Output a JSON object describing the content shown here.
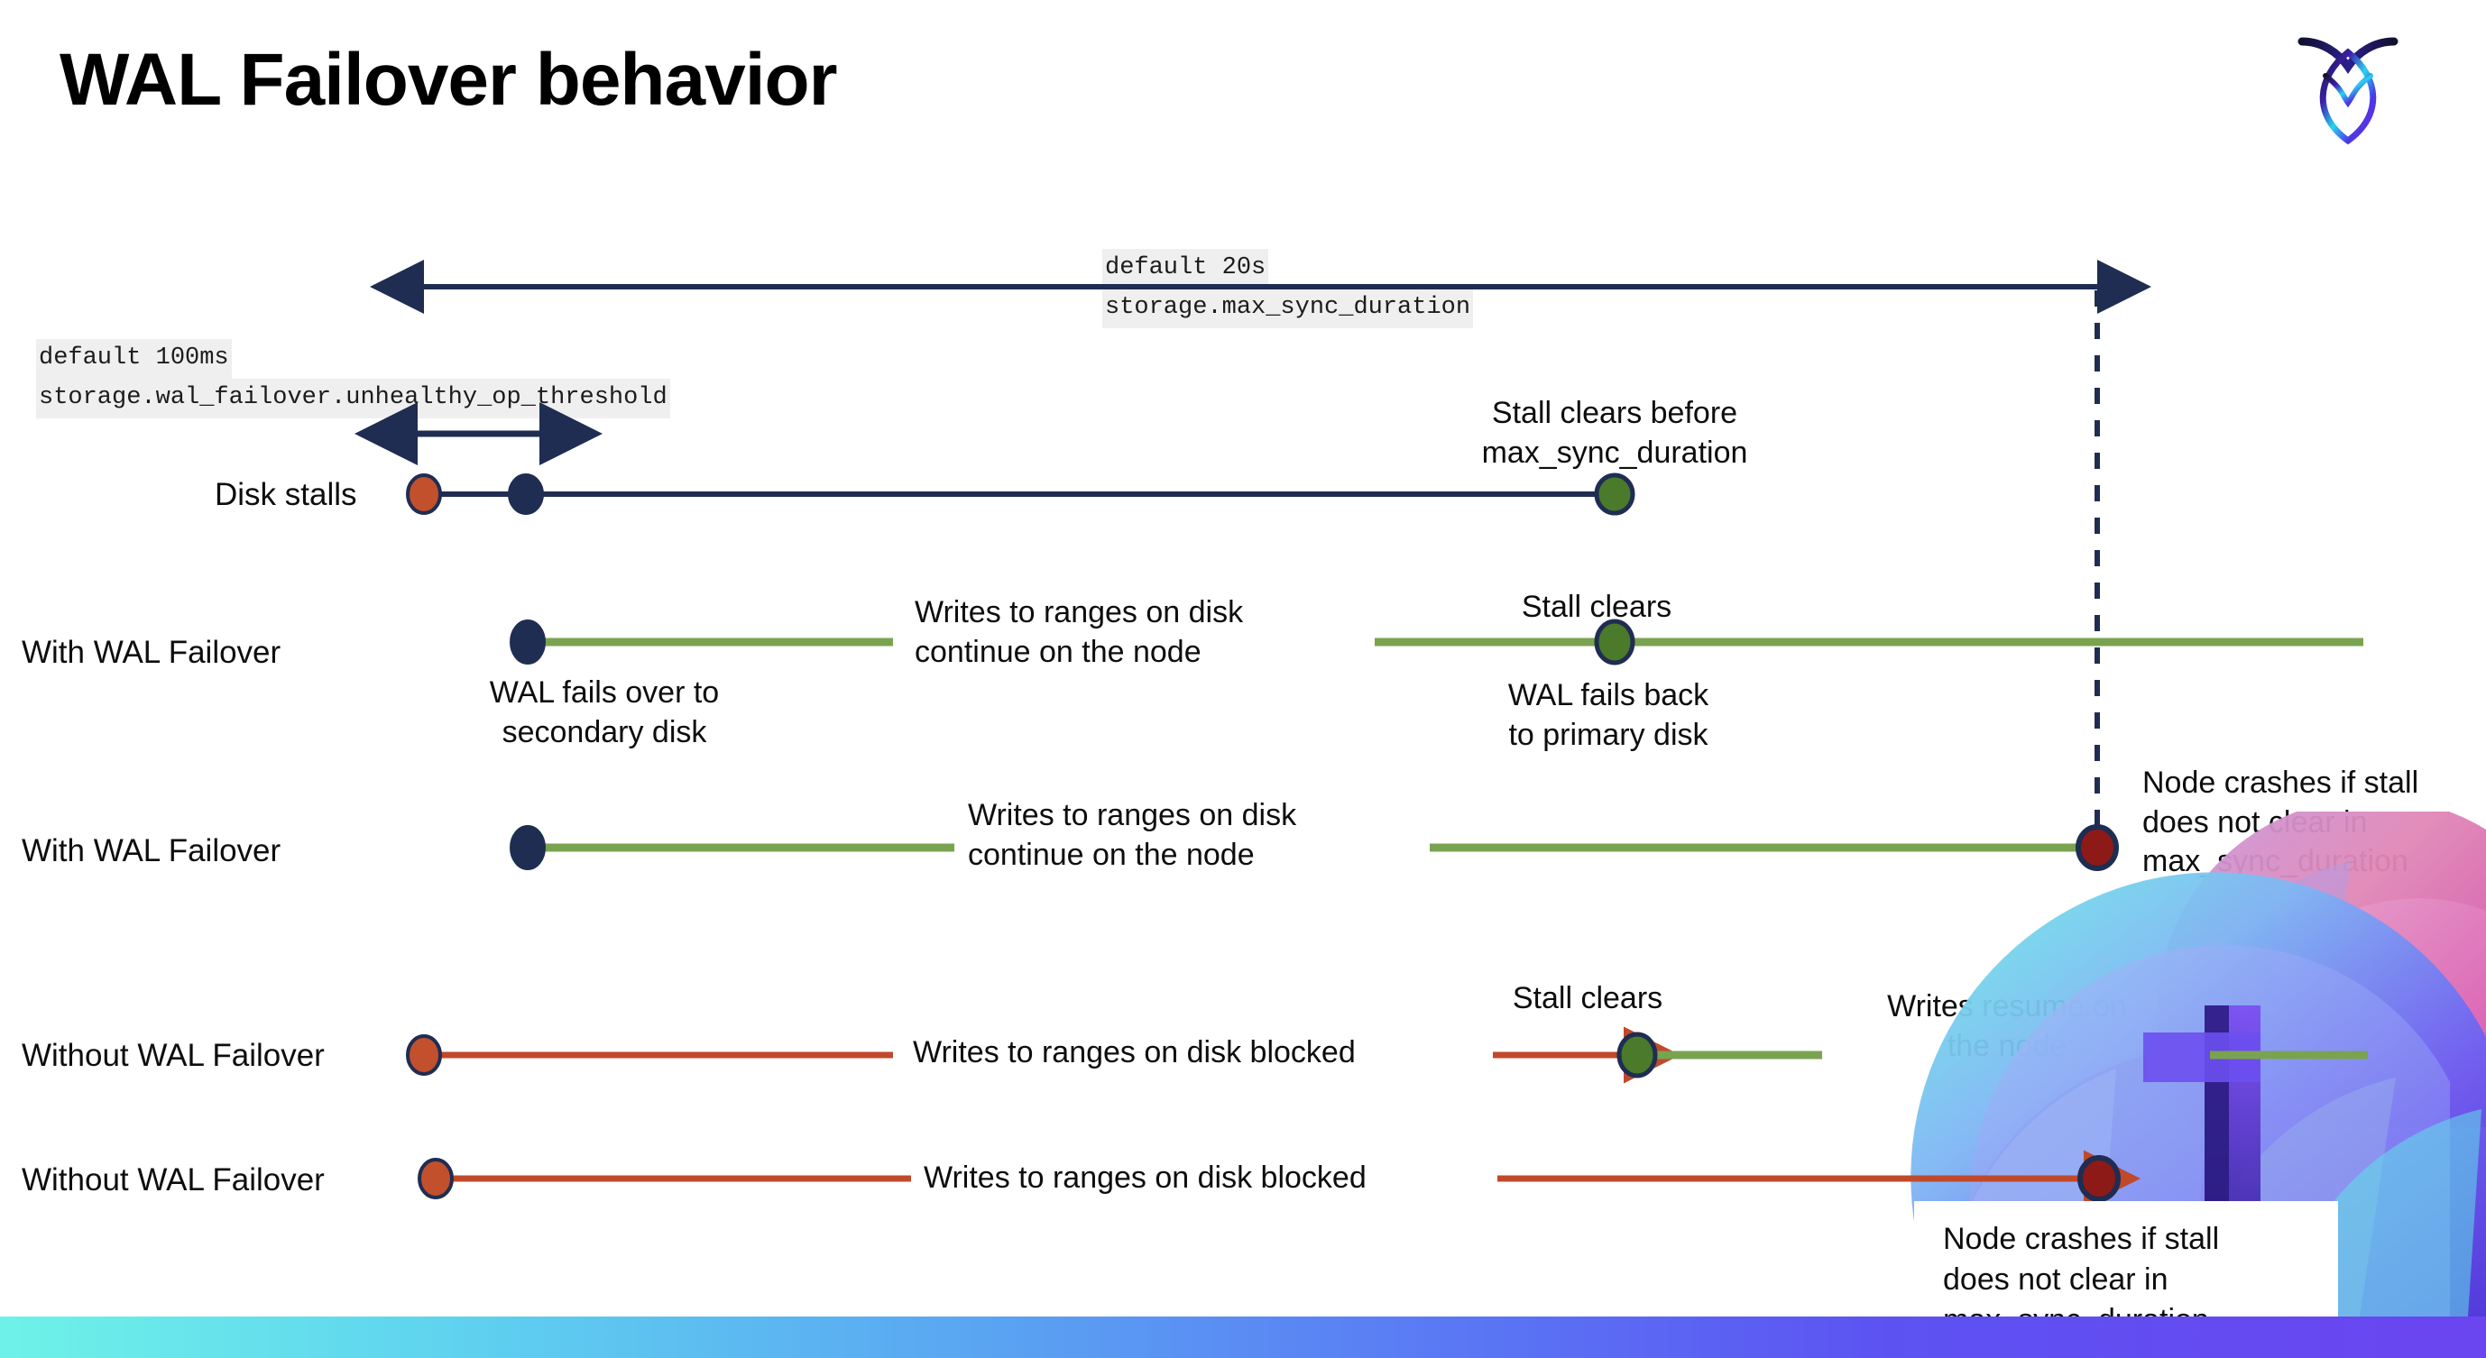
{
  "title": "WAL Failover behavior",
  "logo": {
    "name": "cockroachdb-logo"
  },
  "colors": {
    "navy": "#1f2d52",
    "green_line": "#7aa34f",
    "red_line": "#c0492b",
    "orange_dot": "#c2502c",
    "green_dot": "#4a7a2a",
    "dark_red_dot": "#8d1a17",
    "code_bg": "#efefef",
    "bar_start": "#6ef2e8",
    "bar_end": "#6b45f0"
  },
  "annotations": {
    "max_sync": {
      "default": "default 20s",
      "setting": "storage.max_sync_duration"
    },
    "unhealthy_op": {
      "default": "default 100ms",
      "setting": "storage.wal_failover.unhealthy_op_threshold"
    }
  },
  "rows": [
    {
      "id": "disk-stalls",
      "label": "Disk stalls",
      "captions": [
        {
          "id": "stall-clears-before",
          "text": "Stall clears before\nmax_sync_duration"
        }
      ]
    },
    {
      "id": "with-wal-failover-1",
      "label": "With WAL Failover",
      "captions": [
        {
          "id": "writes-continue-1",
          "text": "Writes to ranges on disk\ncontinue on the node"
        },
        {
          "id": "stall-clears-1",
          "text": "Stall clears"
        },
        {
          "id": "wal-fails-over",
          "text": "WAL fails over to\nsecondary disk"
        },
        {
          "id": "wal-fails-back",
          "text": "WAL fails  back\nto primary disk"
        }
      ]
    },
    {
      "id": "with-wal-failover-2",
      "label": "With WAL Failover",
      "captions": [
        {
          "id": "writes-continue-2",
          "text": "Writes to ranges on disk\ncontinue on the node"
        },
        {
          "id": "node-crashes-1",
          "text": "Node crashes if stall\ndoes not clear in\nmax_sync_duration"
        }
      ]
    },
    {
      "id": "without-wal-failover-1",
      "label": "Without WAL Failover",
      "captions": [
        {
          "id": "writes-blocked-1",
          "text": "Writes to ranges on disk  blocked"
        },
        {
          "id": "stall-clears-2",
          "text": "Stall clears"
        },
        {
          "id": "writes-resume",
          "text": "Writes resume on\nthe node"
        }
      ]
    },
    {
      "id": "without-wal-failover-2",
      "label": "Without WAL Failover",
      "captions": [
        {
          "id": "writes-blocked-2",
          "text": "Writes to ranges on disk  blocked"
        }
      ]
    }
  ],
  "callout": {
    "text": "Node crashes if stall\ndoes not clear in\nmax_sync_duration"
  }
}
